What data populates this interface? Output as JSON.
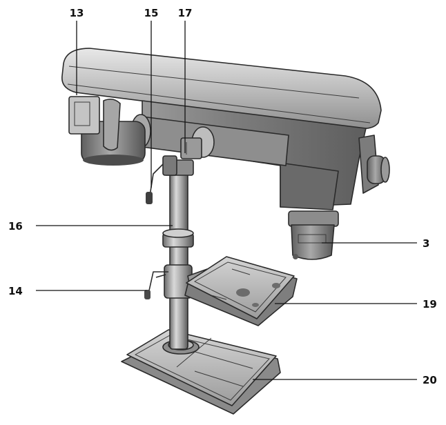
{
  "callouts": {
    "c13": "13",
    "c15": "15",
    "c17": "17",
    "c16": "16",
    "c3": "3",
    "c14": "14",
    "c19": "19",
    "c20": "20"
  }
}
